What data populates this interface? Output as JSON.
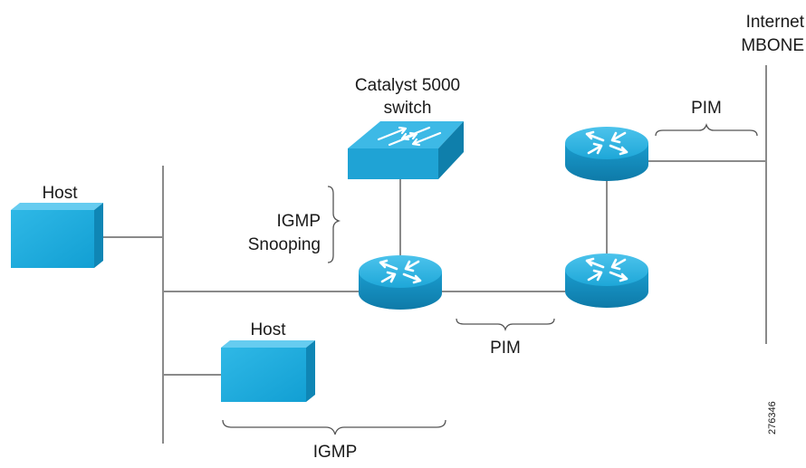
{
  "labels": {
    "internet_line1": "Internet",
    "internet_line2": "MBONE",
    "switch_line1": "Catalyst 5000",
    "switch_line2": "switch",
    "host_left": "Host",
    "host_bottom": "Host",
    "igmp_snooping_line1": "IGMP",
    "igmp_snooping_line2": "Snooping",
    "pim_top": "PIM",
    "pim_bottom": "PIM",
    "igmp_bottom": "IGMP",
    "figure_id": "276346"
  },
  "icons": [
    "host-icon",
    "switch-icon",
    "router-icon"
  ],
  "colors": {
    "device_fill": "#1fa8d8",
    "device_dark": "#0f7fab",
    "line": "#8a8a8a"
  }
}
